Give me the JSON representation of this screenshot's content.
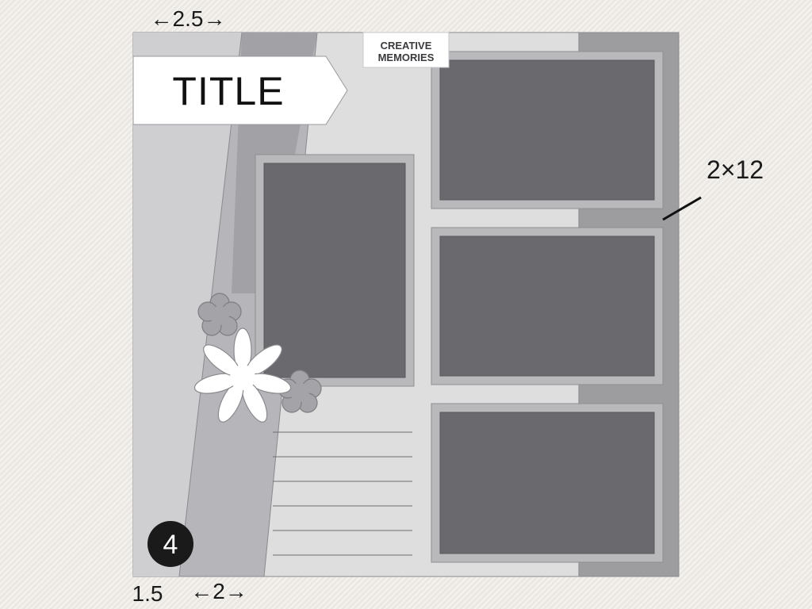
{
  "title_banner": {
    "text": "TITLE"
  },
  "logo": {
    "line1": "CREATIVE",
    "line2": "MEMORIES"
  },
  "dimensions": {
    "top_left": "←2.5→",
    "right_strip": "2×12",
    "bottom_left": "1.5",
    "bottom_mid": "←2→"
  },
  "page_number": "4",
  "colors": {
    "background": "#efece7",
    "page": "#dededf",
    "strip": "#9d9da0",
    "photo": "#6a6a6e",
    "photo_mat": "#b9b9bc",
    "flower_white": "#ffffff",
    "flower_gray": "#a4a4a8",
    "badge": "#1a1a1a"
  },
  "journal_lines": {
    "count": 6
  }
}
